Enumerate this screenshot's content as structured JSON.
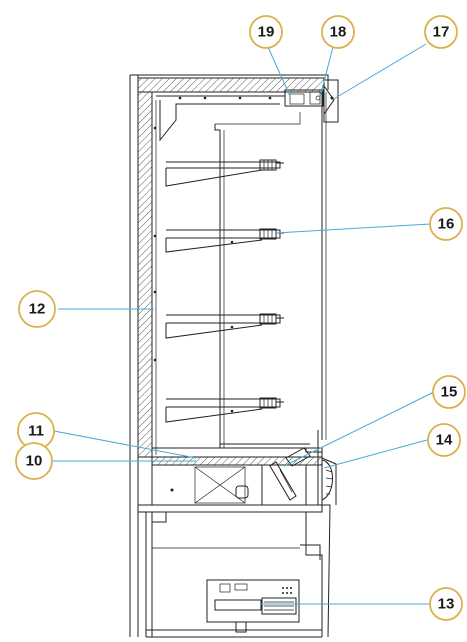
{
  "callouts": [
    {
      "id": "c19",
      "number": "19"
    },
    {
      "id": "c18",
      "number": "18"
    },
    {
      "id": "c17",
      "number": "17"
    },
    {
      "id": "c16",
      "number": "16"
    },
    {
      "id": "c12",
      "number": "12"
    },
    {
      "id": "c15",
      "number": "15"
    },
    {
      "id": "c11",
      "number": "11"
    },
    {
      "id": "c14",
      "number": "14"
    },
    {
      "id": "c10",
      "number": "10"
    },
    {
      "id": "c13",
      "number": "13"
    }
  ],
  "colors": {
    "callout_border": "#d9b24a",
    "leader_line": "#4aa8d8",
    "drawing_line": "#222222"
  }
}
